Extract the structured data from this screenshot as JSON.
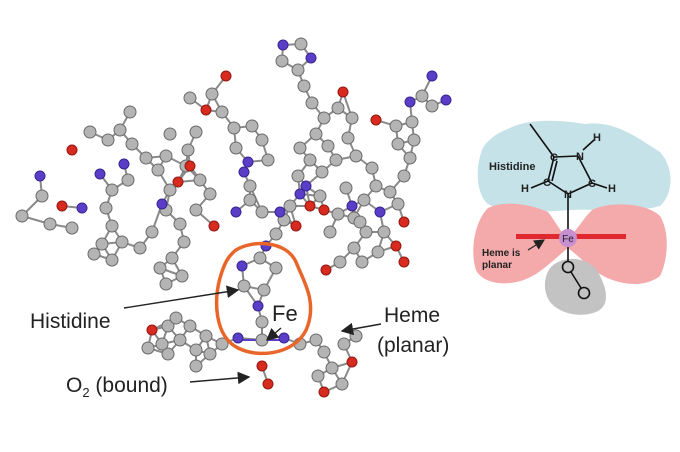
{
  "left_labels": {
    "histidine": "Histidine",
    "fe": "Fe",
    "heme": "Heme",
    "planar": "(planar)",
    "o2_o": "O",
    "o2_sub": "2",
    "o2_rest": " (bound)"
  },
  "right_labels": {
    "histidine": "Histidine",
    "fe": "Fe",
    "heme_is": "Heme is",
    "planar": "planar",
    "n1": "N",
    "n2": "N",
    "c1": "C",
    "c2": "C",
    "c3": "C",
    "h1": "H",
    "h2": "H",
    "h3": "H"
  },
  "colors": {
    "carbon": "#b4b4b4",
    "nitrogen": "#5a3ec8",
    "oxygen": "#d82a1f",
    "highlight_ring": "#e8662a",
    "histidine_region": "#c4e2e8",
    "heme_region": "#f4a9ab",
    "o2_region": "#c3c3c3",
    "fe_atom": "#c78fcf",
    "heme_plane": "#e0282f"
  }
}
